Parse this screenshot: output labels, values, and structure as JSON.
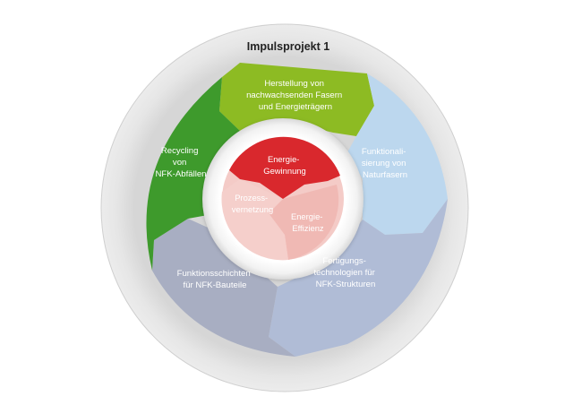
{
  "title": "Impulsprojekt 1",
  "outer_segments": [
    {
      "lines": [
        "Herstellung von",
        "nachwachsenden Fasern",
        "und Energieträgern"
      ],
      "color": "#8dbb23"
    },
    {
      "lines": [
        "Funktionali-",
        "sierung von",
        "Naturfasern"
      ],
      "color": "#bcd7ee"
    },
    {
      "lines": [
        "Fertigungs-",
        "technologien für",
        "NFK-Strukturen"
      ],
      "color": "#b0bcd6"
    },
    {
      "lines": [
        "Funktionsschichten",
        "für NFK-Bauteile"
      ],
      "color": "#a8aec2"
    },
    {
      "lines": [
        "Recycling",
        "von",
        "NFK-Abfällen"
      ],
      "color": "#3e9a2c"
    }
  ],
  "inner_segments": [
    {
      "lines": [
        "Energie-",
        "Gewinnung"
      ],
      "color": "#d9282d"
    },
    {
      "lines": [
        "Energie-",
        "Effizienz"
      ],
      "color": "#f2bcb8"
    },
    {
      "lines": [
        "Prozess-",
        "vernetzung"
      ],
      "color": "#f4cbc7"
    }
  ]
}
